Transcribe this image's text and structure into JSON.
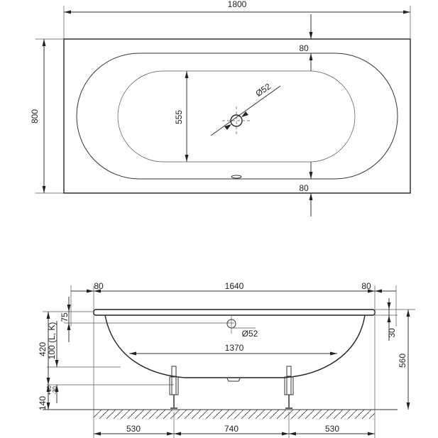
{
  "top_view": {
    "overall_length": "1800",
    "overall_width": "800",
    "rim_top": "80",
    "rim_bottom": "80",
    "basin_width": "555",
    "drain_diameter": "Ø52"
  },
  "side_view": {
    "rim_left": "80",
    "inner_length": "1640",
    "rim_right": "80",
    "overflow_height": "75",
    "total_height_label": "420",
    "leg_adjust_label": "100 (L, K)",
    "tolerance_plus": "+10",
    "tolerance_minus": "-30",
    "floor_height": "140",
    "rim_thickness": "30",
    "overall_height": "560",
    "bottom_length": "1370",
    "overflow_diameter": "Ø52",
    "leg_left_offset": "530",
    "leg_spacing": "740",
    "leg_right_offset": "530"
  }
}
